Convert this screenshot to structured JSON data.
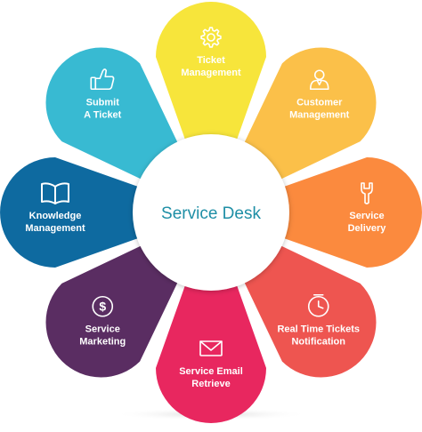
{
  "diagram": {
    "center": {
      "title": "Service Desk",
      "color": "#1f8fa6"
    },
    "petals": [
      {
        "id": "ticket-management",
        "line1": "Ticket",
        "line2": "Management",
        "color": "#f7e53b",
        "icon": "gear-icon"
      },
      {
        "id": "customer-management",
        "line1": "Customer",
        "line2": "Management",
        "color": "#fbc049",
        "icon": "user-icon"
      },
      {
        "id": "service-delivery",
        "line1": "Service",
        "line2": "Delivery",
        "color": "#fb8a3e",
        "icon": "wrench-icon"
      },
      {
        "id": "real-time-tickets-notification",
        "line1": "Real Time Tickets",
        "line2": "Notification",
        "color": "#ee5550",
        "icon": "clock-icon"
      },
      {
        "id": "service-email-retrieve",
        "line1": "Service Email",
        "line2": "Retrieve",
        "color": "#e8275f",
        "icon": "envelope-icon"
      },
      {
        "id": "service-marketing",
        "line1": "Service",
        "line2": "Marketing",
        "color": "#5a2d62",
        "icon": "dollar-icon"
      },
      {
        "id": "knowledge-management",
        "line1": "Knowledge",
        "line2": "Management",
        "color": "#0e6aa0",
        "icon": "book-icon"
      },
      {
        "id": "submit-a-ticket",
        "line1": "Submit",
        "line2": "A Ticket",
        "color": "#38bad2",
        "icon": "thumbs-up-icon"
      }
    ]
  }
}
